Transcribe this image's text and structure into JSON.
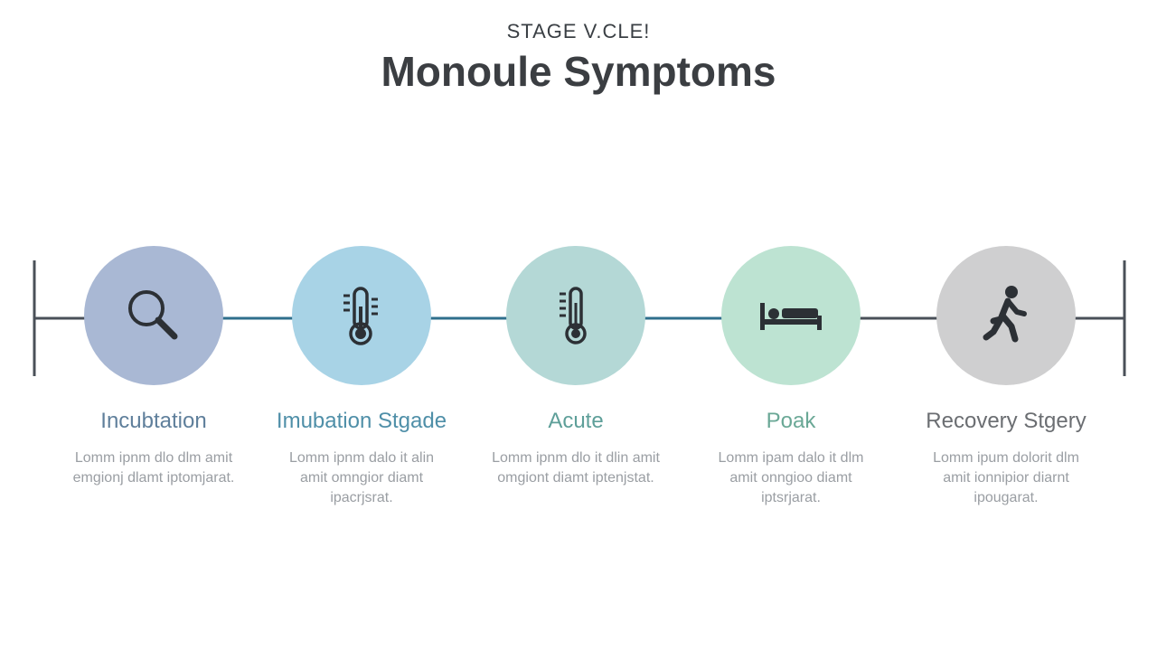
{
  "header": {
    "eyebrow": "STAGE V.CLE!",
    "title": "Monoule Symptoms"
  },
  "colors": {
    "track": "#4a5058",
    "track_accent": "#2f6f8c",
    "title": "#3b3e42"
  },
  "stages": [
    {
      "label": "Incubtation",
      "description": "Lomm ipnm dlo dlm amit emgionj dlamt iptomjarat.",
      "icon": "magnifier-icon",
      "circle_color": "#a9b8d4",
      "label_color": "#5f7f9b"
    },
    {
      "label": "Imubation Stgade",
      "description": "Lomm ipnm dalo it alin amit omngior diamt ipacrjsrat.",
      "icon": "thermometer-icon",
      "circle_color": "#a8d3e6",
      "label_color": "#4f8fa8"
    },
    {
      "label": "Acute",
      "description": "Lomm ipnm dlo it dlin amit omgiont diamt iptenjstat.",
      "icon": "thermometer-icon",
      "circle_color": "#b4d8d6",
      "label_color": "#5e9f99"
    },
    {
      "label": "Poak",
      "description": "Lomm ipam dalo it dlm amit onngioo diamt iptsrjarat.",
      "icon": "bed-icon",
      "circle_color": "#bde3d2",
      "label_color": "#6aa896"
    },
    {
      "label": "Recovery Stgery",
      "description": "Lomm ipum dolorit dlm amit ionnipior diarnt ipougarat.",
      "icon": "walking-person-icon",
      "circle_color": "#cfcfd0",
      "label_color": "#6b6e72"
    }
  ]
}
